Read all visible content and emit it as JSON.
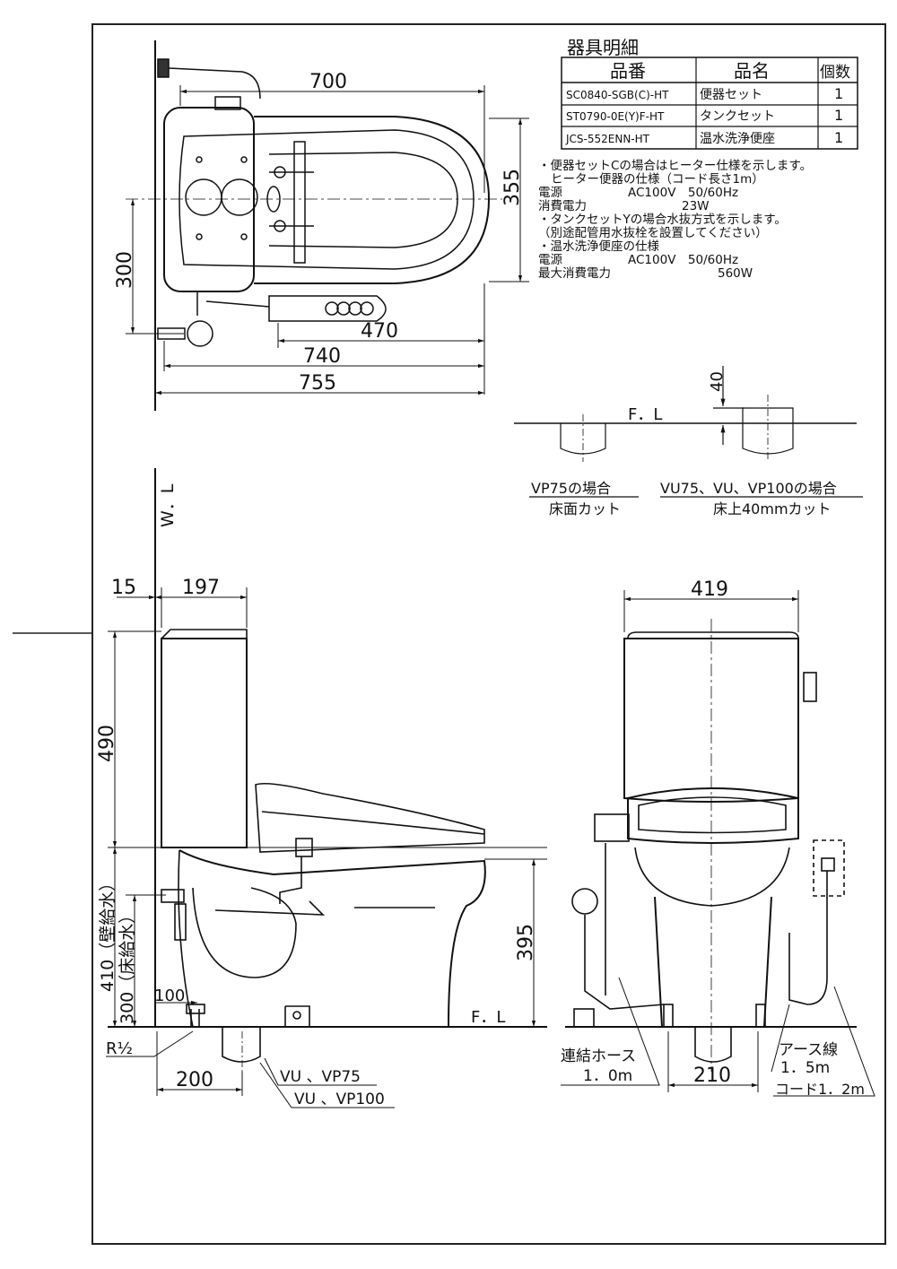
{
  "parts_table": {
    "title": "器具明細",
    "headers": [
      "品番",
      "品名",
      "個数"
    ],
    "rows": [
      {
        "code": "SC0840-SGB(C)-HT",
        "name": "便器セット",
        "qty": "1"
      },
      {
        "code": "ST0790-0E(Y)F-HT",
        "name": "タンクセット",
        "qty": "1"
      },
      {
        "code": "JCS-552ENN-HT",
        "name": "温水洗浄便座",
        "qty": "1"
      }
    ]
  },
  "notes": {
    "heater_note": "・便器セットCの場合はヒーター仕様を示します。",
    "heater_spec_title": "ヒーター便器の仕様（コード長さ1m）",
    "power_label": "電源",
    "heater_power": "AC100V　50/60Hz",
    "consumption_label": "消費電力",
    "heater_consumption": "23W",
    "tank_note": "・タンクセットYの場合水抜方式を示します。",
    "tank_note2": "（別途配管用水抜栓を設置してください）",
    "seat_spec_title": "・温水洗浄便座の仕様",
    "seat_power": "AC100V　50/60Hz",
    "max_consumption_label": "最大消費電力",
    "seat_max_consumption": "560W"
  },
  "top_view": {
    "d700": "700",
    "d355": "355",
    "d300": "300",
    "d470": "470",
    "d740": "740",
    "d755": "755"
  },
  "floor_detail": {
    "d40": "40",
    "fl": "F．L",
    "vp75_title": "VP75の場合",
    "vp75_sub": "床面カット",
    "vu_title": "VU75、VU、VP100の場合",
    "vu_sub": "床上40mmカット"
  },
  "side_view": {
    "wl": "W．L",
    "d15": "15",
    "d197": "197",
    "d490": "490",
    "d410": "410（壁給水）",
    "d300": "300（床給水）",
    "d100": "100",
    "d395": "395",
    "fl": "F．L",
    "r_half": "R½",
    "d200": "200",
    "pipe1": "VU 、VP75",
    "pipe2": "VU 、VP100"
  },
  "front_view": {
    "d419": "419",
    "d210": "210",
    "hose_label": "連結ホース",
    "hose_len": "1．0m",
    "earth_label": "アース線",
    "earth_len": "1．5m",
    "cord": "コード1．2m"
  }
}
